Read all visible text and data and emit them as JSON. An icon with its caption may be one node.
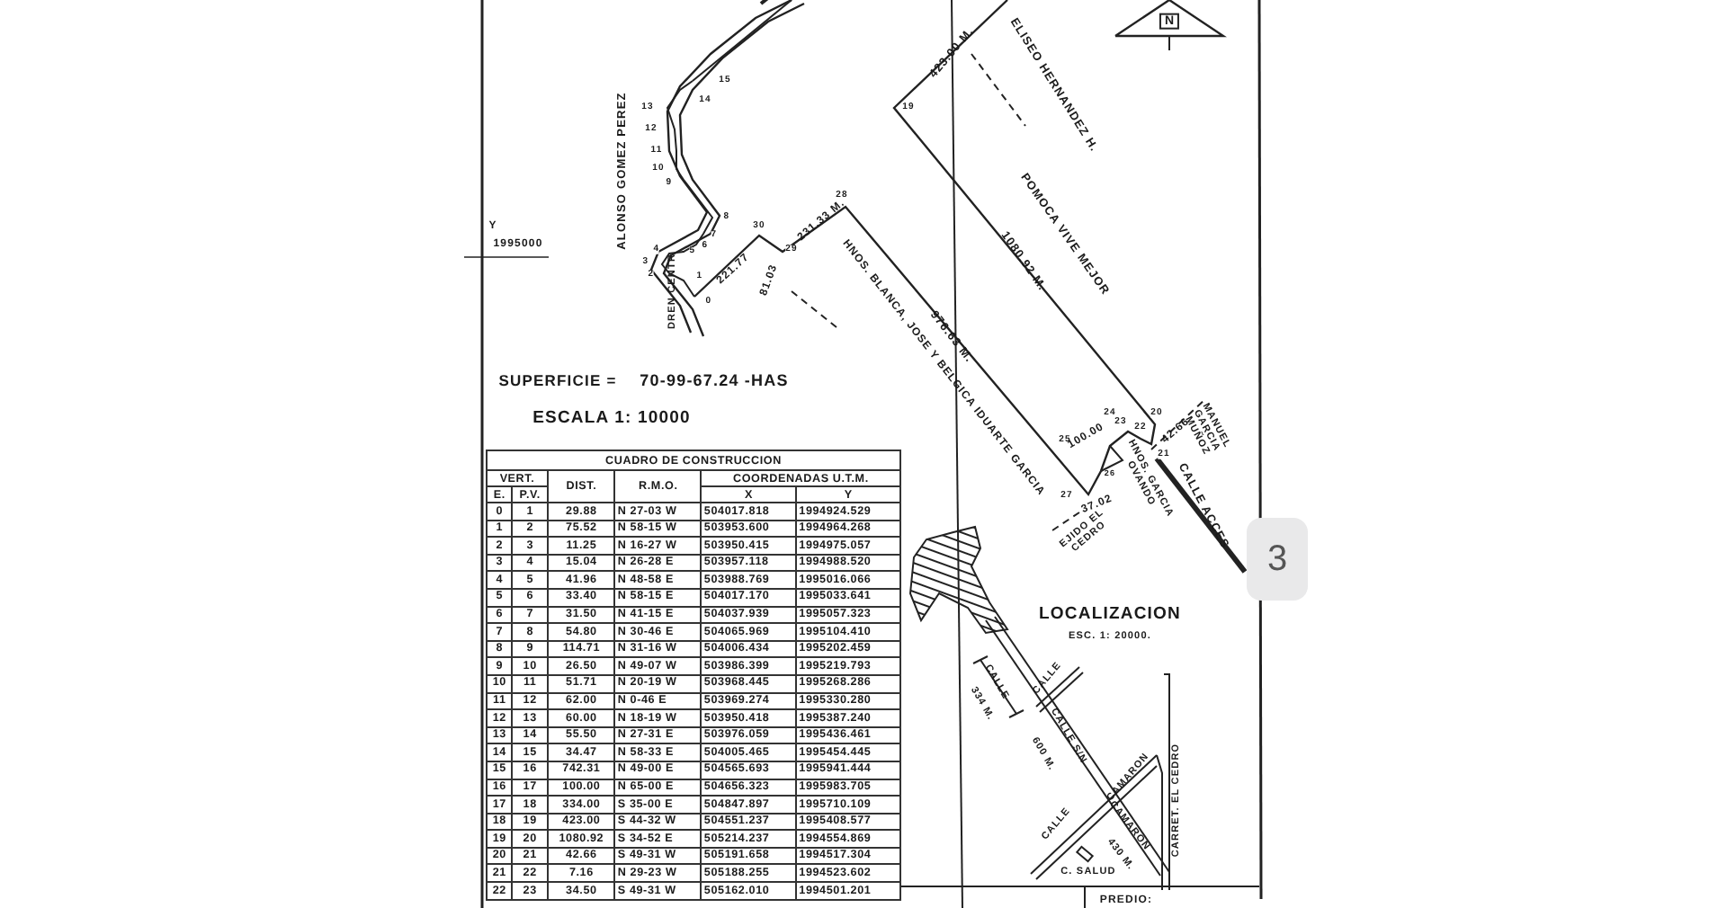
{
  "diagram": {
    "labels": [
      "ALONSO GOMEZ PEREZ",
      "DREN CENTR",
      "Y",
      "1995000",
      "221.77",
      "81.03",
      "231.33 M.",
      "HNOS. BLANCA, JOSE Y BELGICA IDUARTE GARCIA",
      "976.63 M.",
      "423.00 M.",
      "ELISEO HERNANDEZ H.",
      "POMOCA VIVE MEJOR",
      "1080.92 M.",
      "N",
      "0",
      "2",
      "1",
      "3",
      "4",
      "5",
      "6",
      "7",
      "8",
      "9",
      "10",
      "11",
      "12",
      "13",
      "14",
      "15",
      "19",
      "28",
      "30",
      "29",
      "24",
      "20",
      "23",
      "22",
      "21",
      "25",
      "26",
      "27",
      "100.00",
      "42.66",
      "37.02",
      "HNOS. GARCIA OVANDO",
      "EJIDO EL CEDRO",
      "MANUEL GARCIA MUÑOZ",
      "CALLE ACCES",
      "SUPERFICIE =",
      "70-99-67.24 -HAS",
      "ESCALA 1: 10000",
      "LOCALIZACION",
      "ESC. 1: 20000.",
      "CALLE",
      "334 M.",
      "CALLE",
      "CALLE S/N",
      "600 M.",
      "CAMARON",
      "CALLE",
      "CAMARON",
      "430 M.",
      "C. SALUD",
      "CARRET. EL CEDRO",
      "PREDIO:",
      "3",
      "CUADRO DE CONSTRUCCION",
      "VERT.",
      "DIST.",
      "R.M.O.",
      "COORDENADAS U.T.M.",
      "E.",
      "P.V.",
      "X",
      "Y",
      "0",
      "1",
      "29.88",
      "N 27-03 W",
      "504017.818",
      "1994924.529",
      "1",
      "2",
      "75.52",
      "N 58-15 W",
      "503953.600",
      "1994964.268",
      "2",
      "3",
      "11.25",
      "N 16-27 W",
      "503950.415",
      "1994975.057",
      "3",
      "4",
      "15.04",
      "N 26-28 E",
      "503957.118",
      "1994988.520",
      "4",
      "5",
      "41.96",
      "N 48-58 E",
      "503988.769",
      "1995016.066",
      "5",
      "6",
      "33.40",
      "N 58-15 E",
      "504017.170",
      "1995033.641",
      "6",
      "7",
      "31.50",
      "N 41-15 E",
      "504037.939",
      "1995057.323",
      "7",
      "8",
      "54.80",
      "N 30-46 E",
      "504065.969",
      "1995104.410",
      "8",
      "9",
      "114.71",
      "N 31-16 W",
      "504006.434",
      "1995202.459",
      "9",
      "10",
      "26.50",
      "N 49-07 W",
      "503986.399",
      "1995219.793",
      "10",
      "11",
      "51.71",
      "N 20-19 W",
      "503968.445",
      "1995268.286",
      "11",
      "12",
      "62.00",
      "N 0-46 E",
      "503969.274",
      "1995330.280",
      "12",
      "13",
      "60.00",
      "N 18-19 W",
      "503950.418",
      "1995387.240",
      "13",
      "14",
      "55.50",
      "N 27-31 E",
      "503976.059",
      "1995436.461",
      "14",
      "15",
      "34.47",
      "N 58-33 E",
      "504005.465",
      "1995454.445",
      "15",
      "16",
      "742.31",
      "N 49-00 E",
      "504565.693",
      "1995941.444",
      "16",
      "17",
      "100.00",
      "N 65-00 E",
      "504656.323",
      "1995983.705",
      "17",
      "18",
      "334.00",
      "S 35-00 E",
      "504847.897",
      "1995710.109",
      "18",
      "19",
      "423.00",
      "S 44-32 W",
      "504551.237",
      "1995408.577",
      "19",
      "20",
      "1080.92",
      "S 34-52 E",
      "505214.237",
      "1994554.869",
      "20",
      "21",
      "42.66",
      "S 49-31 W",
      "505191.658",
      "1994517.304",
      "21",
      "22",
      "7.16",
      "N 29-23 W",
      "505188.255",
      "1994523.602",
      "22",
      "23",
      "34.50",
      "S 49-31 W",
      "505162.010",
      "1994501.201"
    ]
  }
}
